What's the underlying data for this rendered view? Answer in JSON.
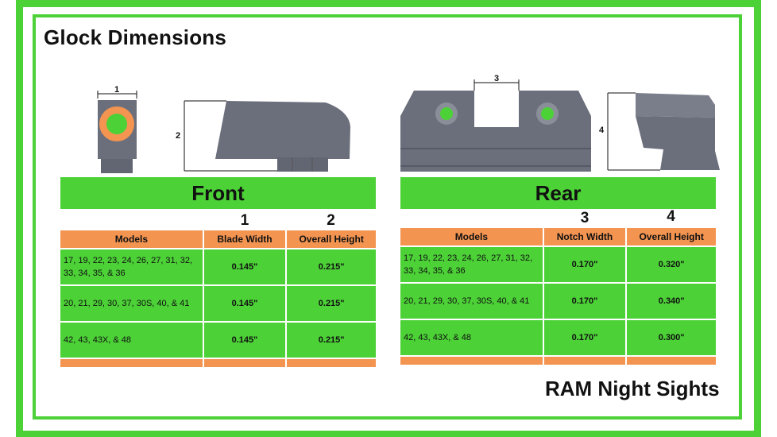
{
  "title": "Glock Dimensions",
  "brand": "RAM Night Sights",
  "colors": {
    "green": "#4cd137",
    "orange": "#f39451",
    "steel": "#6b6f7c"
  },
  "front": {
    "label": "Front",
    "dims": {
      "d1": "1",
      "d2": "2"
    },
    "col_numbers": [
      "1",
      "2"
    ],
    "headers": [
      "Models",
      "Blade Width",
      "Overall Height"
    ],
    "rows": [
      {
        "models": "17, 19, 22, 23, 24, 26, 27, 31, 32, 33, 34, 35, & 36",
        "width": "0.145\"",
        "height": "0.215\""
      },
      {
        "models": "20, 21, 29, 30, 37, 30S, 40, & 41",
        "width": "0.145\"",
        "height": "0.215\""
      },
      {
        "models": "42, 43, 43X, & 48",
        "width": "0.145\"",
        "height": "0.215\""
      }
    ]
  },
  "rear": {
    "label": "Rear",
    "dims": {
      "d3": "3",
      "d4": "4"
    },
    "col_numbers": [
      "3",
      "4"
    ],
    "headers": [
      "Models",
      "Notch Width",
      "Overall Height"
    ],
    "rows": [
      {
        "models": "17, 19, 22, 23, 24, 26, 27, 31, 32, 33, 34, 35, & 36",
        "width": "0.170\"",
        "height": "0.320\""
      },
      {
        "models": "20, 21, 29, 30, 37, 30S, 40, & 41",
        "width": "0.170\"",
        "height": "0.340\""
      },
      {
        "models": "42, 43, 43X, & 48",
        "width": "0.170\"",
        "height": "0.300\""
      }
    ]
  }
}
